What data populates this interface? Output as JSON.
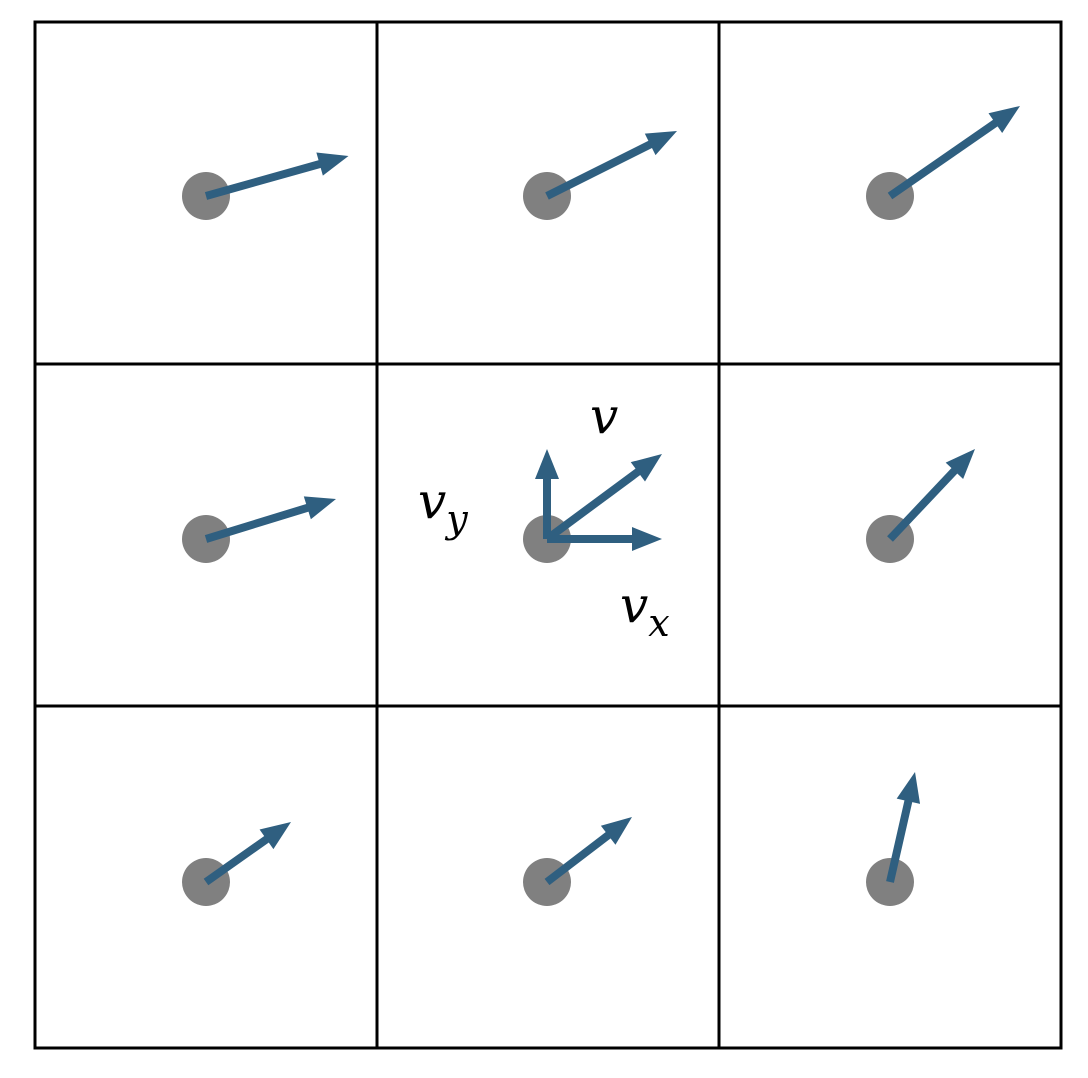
{
  "grid": {
    "rows": 3,
    "cols": 3,
    "line_color": "#000000"
  },
  "colors": {
    "arrow": "#2f5f80",
    "node": "#808080",
    "background": "#ffffff"
  },
  "labels": {
    "v": "v",
    "vx_main": "v",
    "vx_sub": "x",
    "vy_main": "v",
    "vy_sub": "y"
  },
  "vectors": [
    {
      "name": "cell-r1-c1",
      "dx": 2.85,
      "dy": 0.8
    },
    {
      "name": "cell-r1-c2",
      "dx": 2.6,
      "dy": 1.3
    },
    {
      "name": "cell-r1-c3",
      "dx": 2.6,
      "dy": 1.8
    },
    {
      "name": "cell-r2-c1",
      "dx": 2.6,
      "dy": 0.8
    },
    {
      "name": "cell-r2-c2",
      "dx": 2.3,
      "dy": 1.7
    },
    {
      "name": "cell-r2-c3",
      "dx": 1.7,
      "dy": 1.8
    },
    {
      "name": "cell-r3-c1",
      "dx": 1.7,
      "dy": 1.2
    },
    {
      "name": "cell-r3-c2",
      "dx": 1.7,
      "dy": 1.3
    },
    {
      "name": "cell-r3-c3",
      "dx": 0.5,
      "dy": 2.2
    }
  ],
  "components": {
    "vx": {
      "dx": 2.3,
      "dy": 0
    },
    "vy": {
      "dx": 0,
      "dy": 1.8
    }
  }
}
